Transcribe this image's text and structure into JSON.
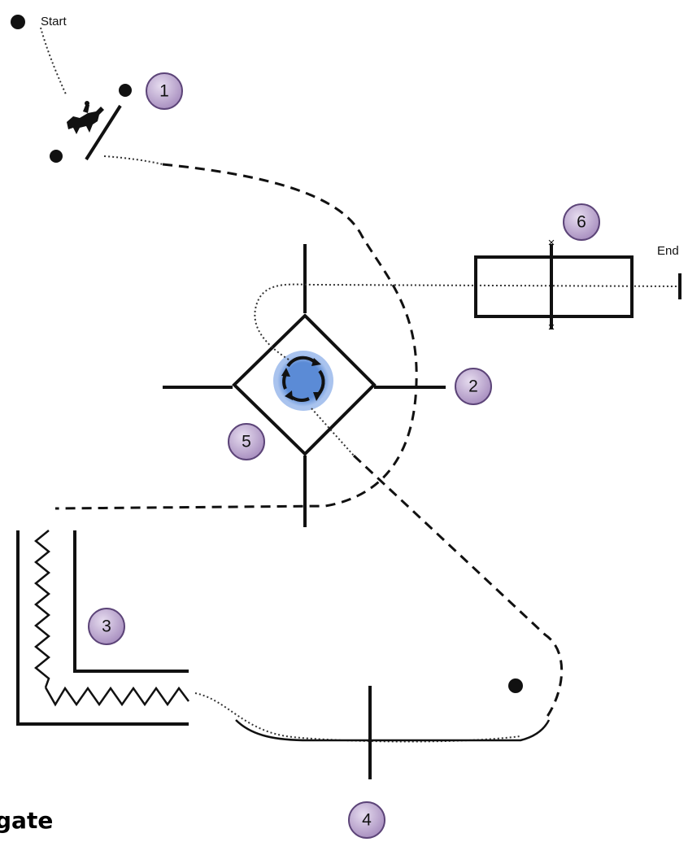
{
  "labels": {
    "start": "Start",
    "end": "End",
    "caption": "gate"
  },
  "markers": [
    "1",
    "2",
    "3",
    "4",
    "5",
    "6"
  ],
  "colors": {
    "stroke": "#111111",
    "marker_fill": "#b8a3c8",
    "marker_ring": "#6b4f86",
    "roundabout_fill": "#5b8bd6",
    "roundabout_glow": "#9fbbe8"
  },
  "icons": [
    "horse-and-rider-icon",
    "roundabout-arrows-icon"
  ]
}
